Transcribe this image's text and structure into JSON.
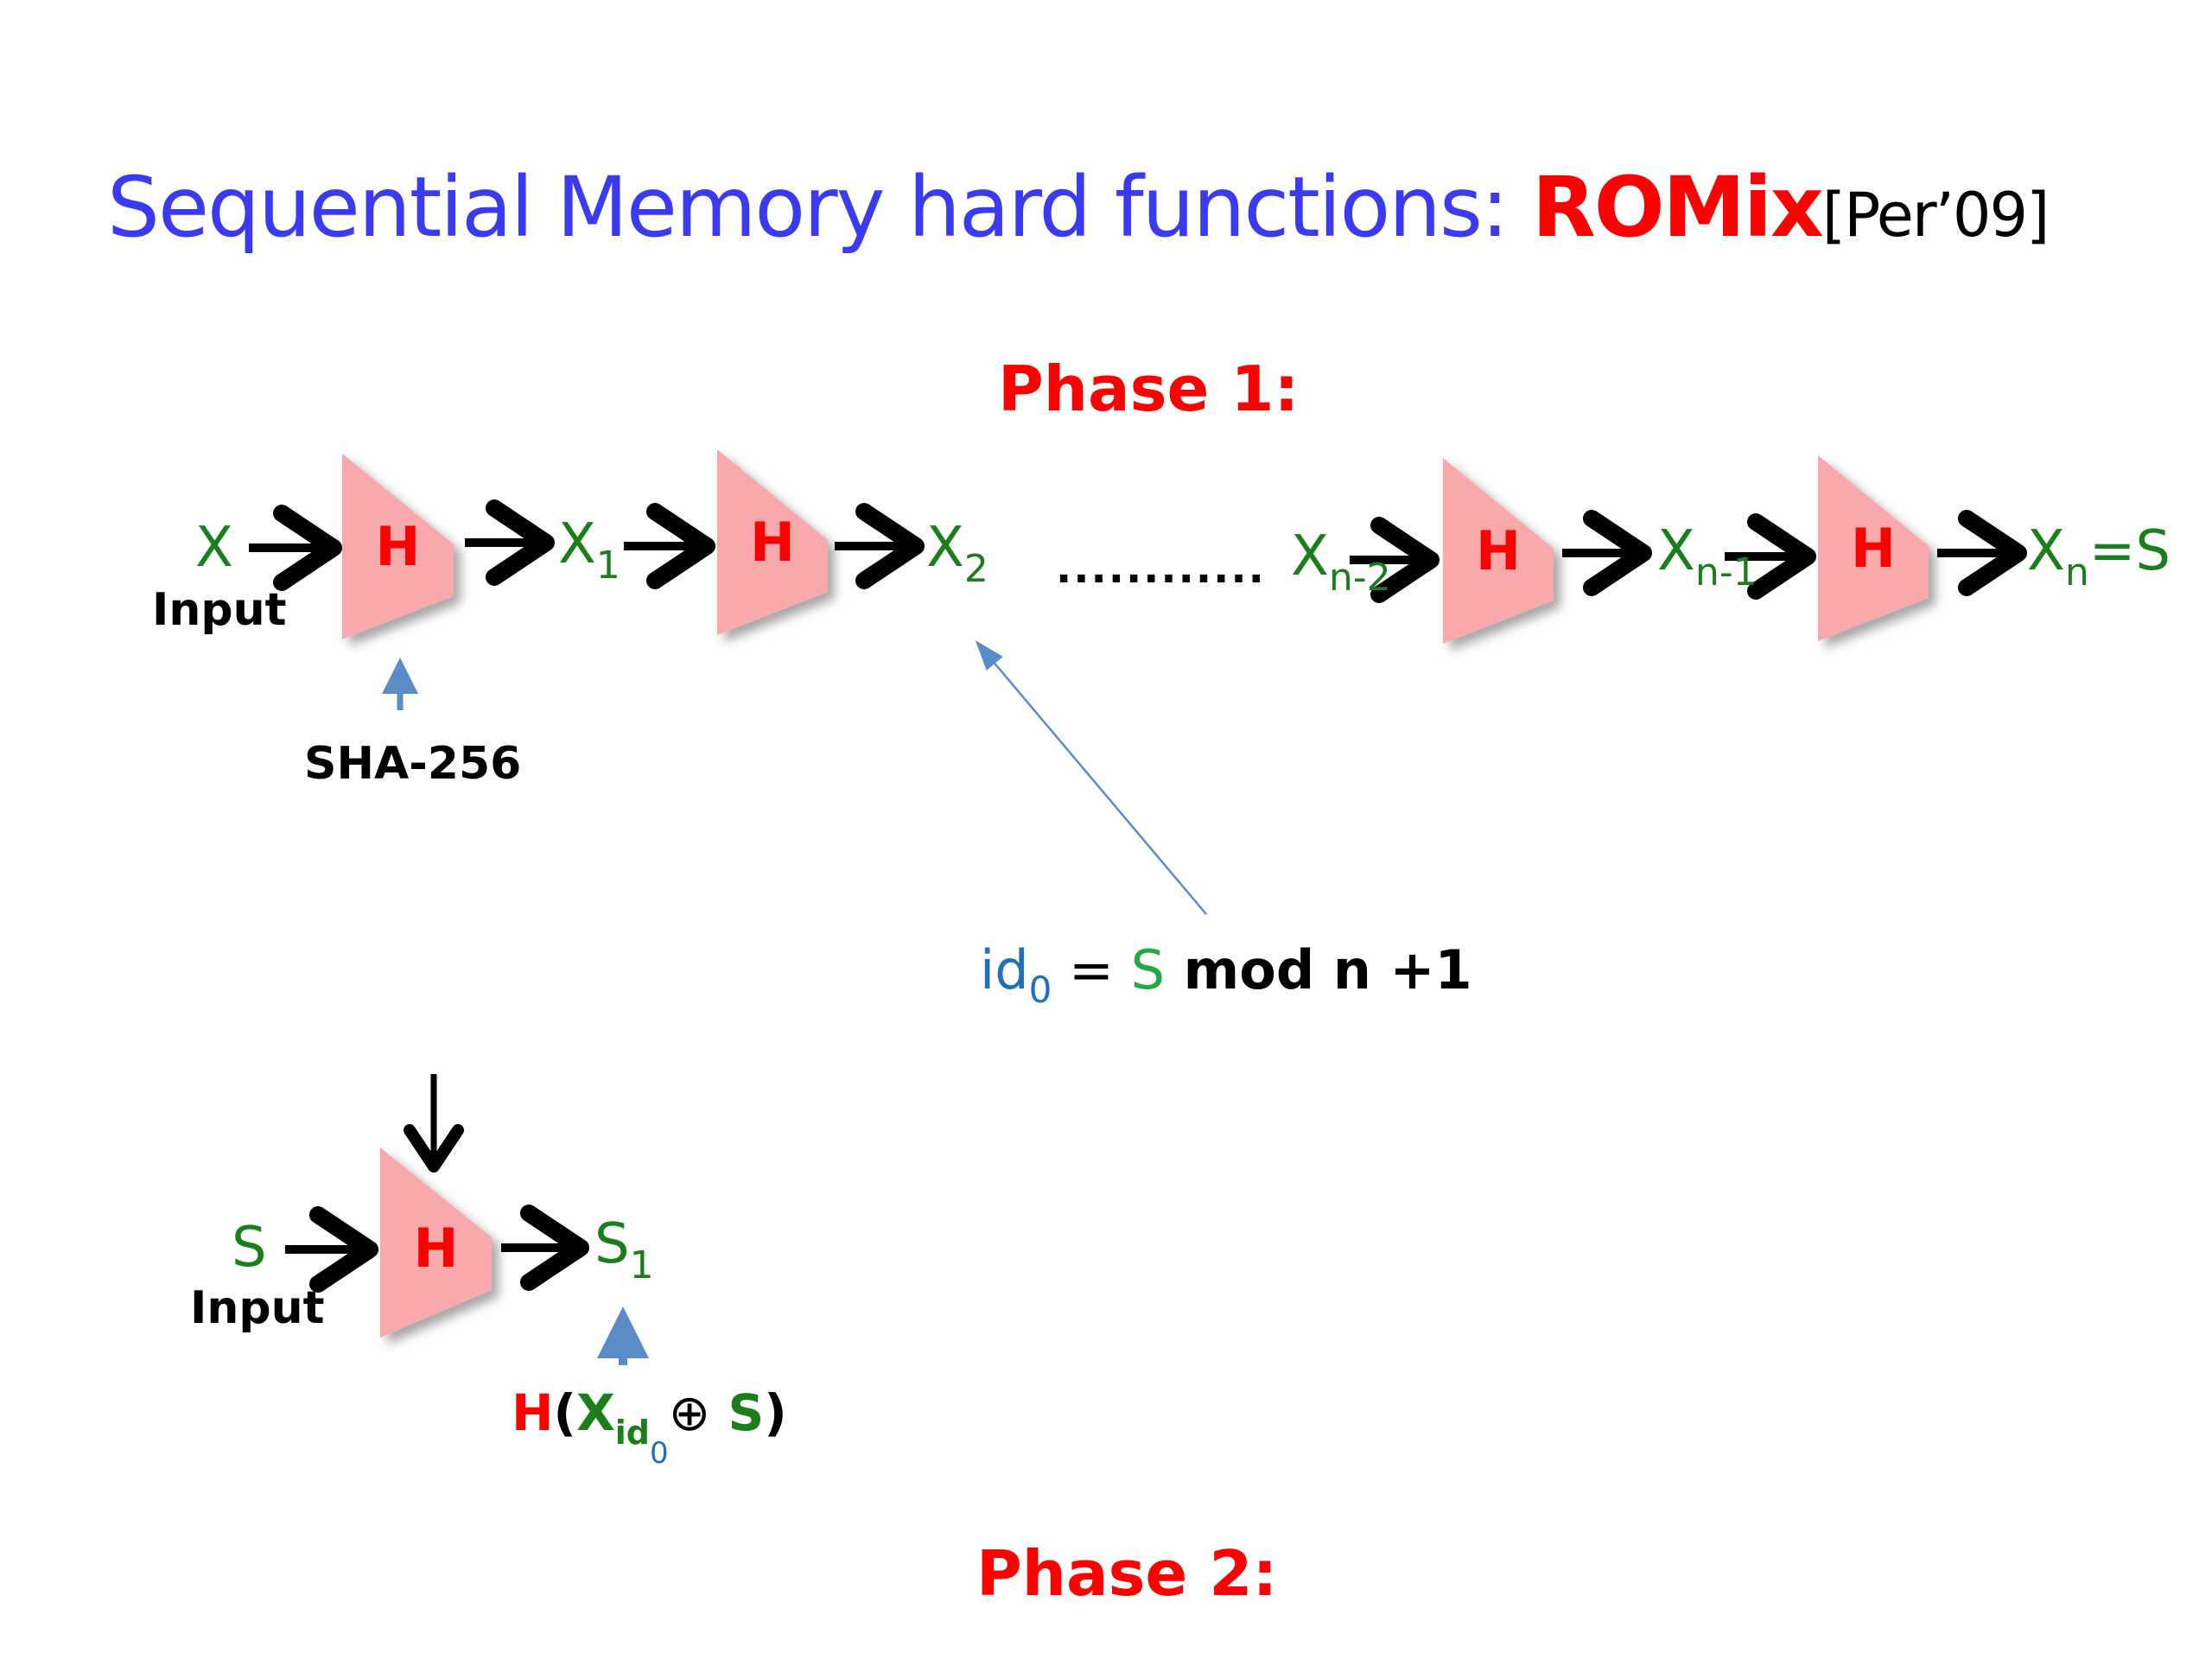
{
  "title": {
    "main": "Sequential Memory hard functions: ",
    "highlight": "ROMix",
    "reference": "[Per’09]"
  },
  "colors": {
    "title_blue": "#3a3af0",
    "emphasis_red": "#ff0000",
    "variable_green": "#1a7f1a",
    "index_blue": "#1f6fc0",
    "hash_block_pink": "#f9a8ac",
    "pointer_arrow_blue": "#5b8cc8"
  },
  "phase1": {
    "heading": "Phase 1:",
    "chain": {
      "input_var": "X",
      "input_label": "Input",
      "hash_label": "H",
      "x1": {
        "base": "X",
        "sub": "1"
      },
      "x2": {
        "base": "X",
        "sub": "2"
      },
      "ellipsis": "............",
      "xn2": {
        "base": "X",
        "sub": "n-2"
      },
      "xn1": {
        "base": "X",
        "sub": "n-1"
      },
      "xn": {
        "base": "X",
        "sub": "n",
        "suffix": "=S"
      },
      "hash_function_label": "SHA-256"
    },
    "index_formula": {
      "id": "id",
      "id_sub": "0",
      "equals": " = ",
      "s": "S",
      "rest": " mod n +1"
    }
  },
  "phase2": {
    "heading": "Phase 2:",
    "input_var": "S",
    "input_label": "Input",
    "hash_label": "H",
    "output": {
      "base": "S",
      "sub": "1"
    },
    "second_input": {
      "h": "H",
      "open": "(",
      "x": "X",
      "x_sub": "id",
      "x_subsub": "0",
      "xor": "⊕",
      "s": " S",
      "close": ")"
    }
  }
}
